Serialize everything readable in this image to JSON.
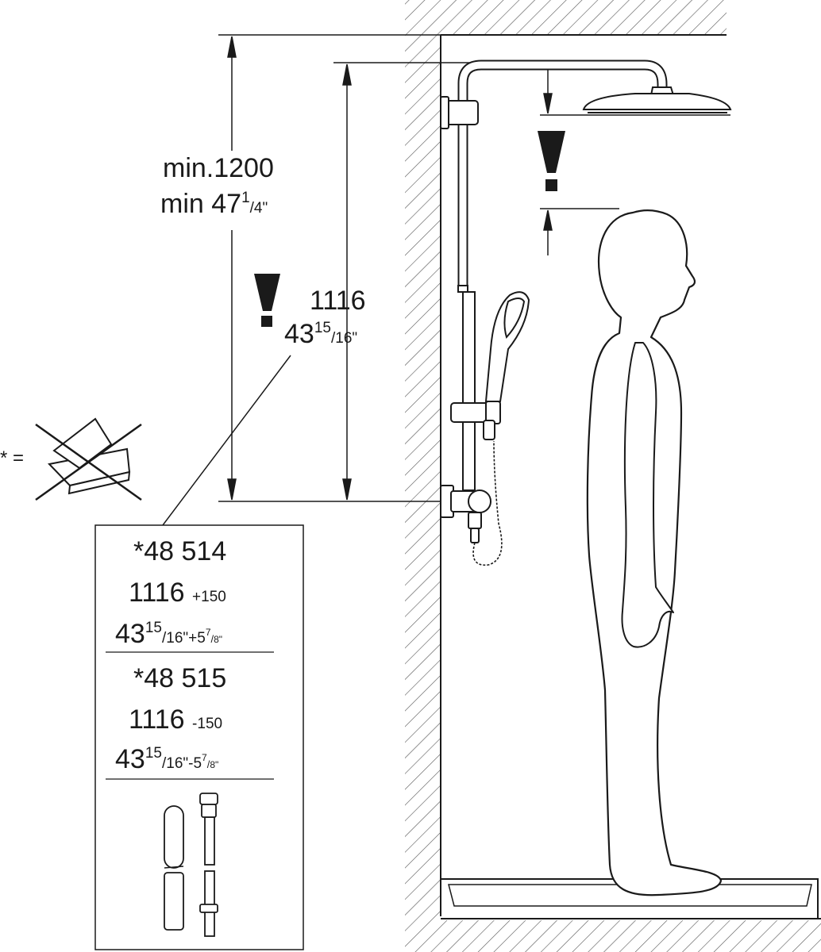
{
  "min_height": {
    "line1": "min.1200",
    "line2_prefix": "min 47",
    "line2_num": "1",
    "line2_den": "4\""
  },
  "arm_height": {
    "mm": "1116",
    "inch_whole": "43",
    "inch_num": "15",
    "inch_den": "16\""
  },
  "note": {
    "star": "*",
    "equals": "="
  },
  "extensions": [
    {
      "code": "*48 514",
      "mm_base": "1116",
      "mm_delta": "+150",
      "in_whole": "43",
      "in_num": "15",
      "in_den": "16\"",
      "in_delta_sign": "+5",
      "in_delta_num": "7",
      "in_delta_den": "8\""
    },
    {
      "code": "*48 515",
      "mm_base": "1116",
      "mm_delta": "-150",
      "in_whole": "43",
      "in_num": "15",
      "in_den": "16\"",
      "in_delta_sign": "-5",
      "in_delta_num": "7",
      "in_delta_den": "8\""
    }
  ],
  "colors": {
    "ink": "#1a1a1a",
    "hatch": "#555555",
    "background": "#ffffff"
  }
}
